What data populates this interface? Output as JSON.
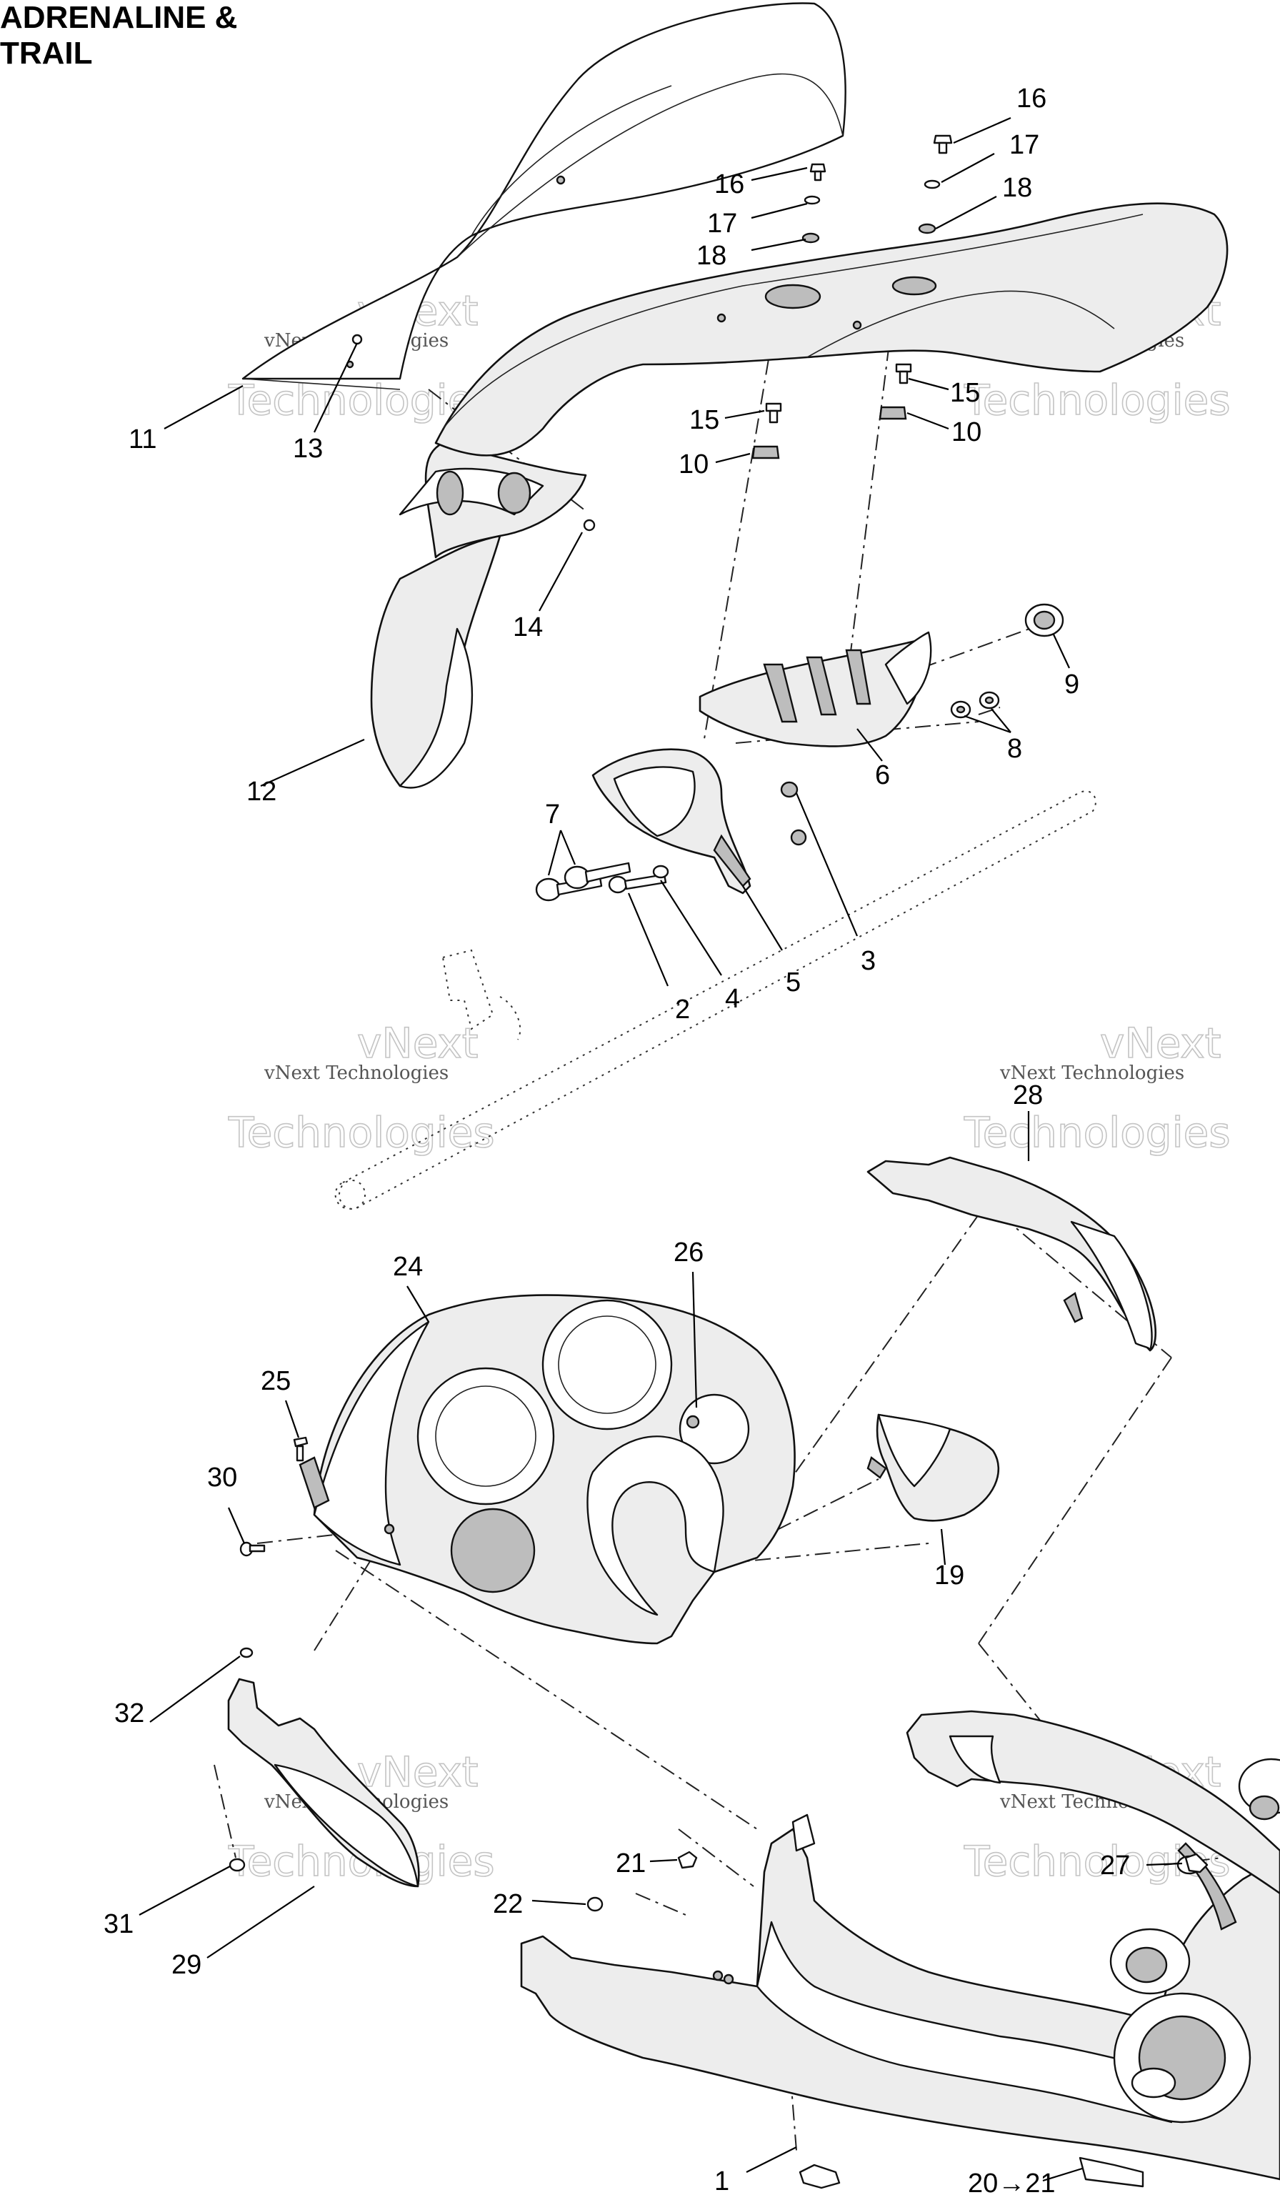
{
  "title": {
    "line1": "ADRENALINE &",
    "line2": "TRAIL"
  },
  "watermark": {
    "brand": "vNext",
    "small": "vNext Technologies",
    "big": "Technologies"
  },
  "callouts": {
    "c1": "1",
    "c2": "2",
    "c3": "3",
    "c4": "4",
    "c5": "5",
    "c6": "6",
    "c7": "7",
    "c8": "8",
    "c9": "9",
    "c10a": "10",
    "c10b": "10",
    "c11": "11",
    "c12": "12",
    "c13": "13",
    "c14": "14",
    "c15a": "15",
    "c15b": "15",
    "c16a": "16",
    "c16b": "16",
    "c17a": "17",
    "c17b": "17",
    "c18a": "18",
    "c18b": "18",
    "c19": "19",
    "c20_21": "20→21",
    "c21": "21",
    "c22": "22",
    "c24": "24",
    "c25": "25",
    "c26": "26",
    "c27": "27",
    "c28": "28",
    "c29": "29",
    "c30": "30",
    "c31": "31",
    "c32": "32"
  }
}
